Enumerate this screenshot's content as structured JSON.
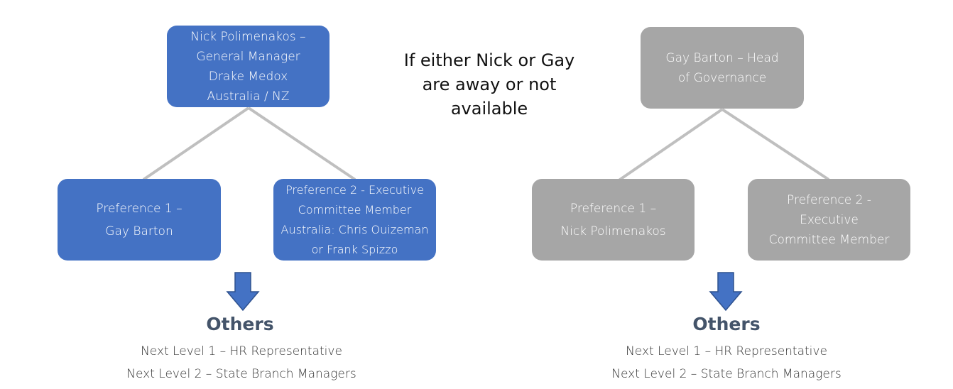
{
  "note": {
    "lines": [
      "If either Nick or Gay",
      "are away or not",
      "available"
    ]
  },
  "left_tree": {
    "root": [
      "Nick Polimenakos –",
      "General Manager",
      "Drake Medox",
      "Australia / NZ"
    ],
    "pref1": [
      "Preference 1 –",
      "Gay Barton"
    ],
    "pref2": [
      "Preference 2 - Executive",
      "Committee Member",
      "Australia: Chris Ouizeman",
      "or Frank Spizzo"
    ],
    "others_title": "Others",
    "next": [
      "Next Level 1 – HR Representative",
      "Next Level 2 – State Branch Managers"
    ]
  },
  "right_tree": {
    "root": [
      "Gay Barton – Head",
      "of Governance"
    ],
    "pref1": [
      "Preference 1 –",
      "Nick Polimenakos"
    ],
    "pref2": [
      "Preference 2 -",
      "Executive",
      "Committee Member"
    ],
    "others_title": "Others",
    "next": [
      "Next Level 1 – HR Representative",
      "Next Level 2 – State Branch Managers"
    ]
  },
  "colors": {
    "blue_box": "#4472c4",
    "grey_box": "#a6a6a6",
    "connector": "#bfbfbf",
    "others_title": "#44546a"
  }
}
